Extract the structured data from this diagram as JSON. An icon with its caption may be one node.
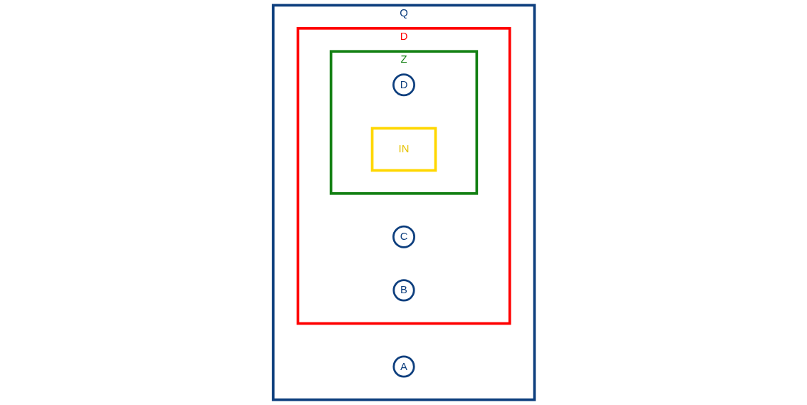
{
  "diagram": {
    "nodes": [
      {
        "text": [
          "Q"
        ]
      },
      {
        "text": [
          "A"
        ],
        "in": 0
      },
      {
        "text": [
          "D"
        ],
        "in": 0
      },
      {
        "text": [
          "C"
        ],
        "in": 2
      },
      {
        "text": [
          "B"
        ],
        "in": 2
      },
      {
        "text": [
          "Z"
        ],
        "in": 2
      },
      {
        "text": [
          "D"
        ],
        "in": 5
      },
      {
        "text": [
          "IN"
        ],
        "in": 5
      }
    ]
  }
}
